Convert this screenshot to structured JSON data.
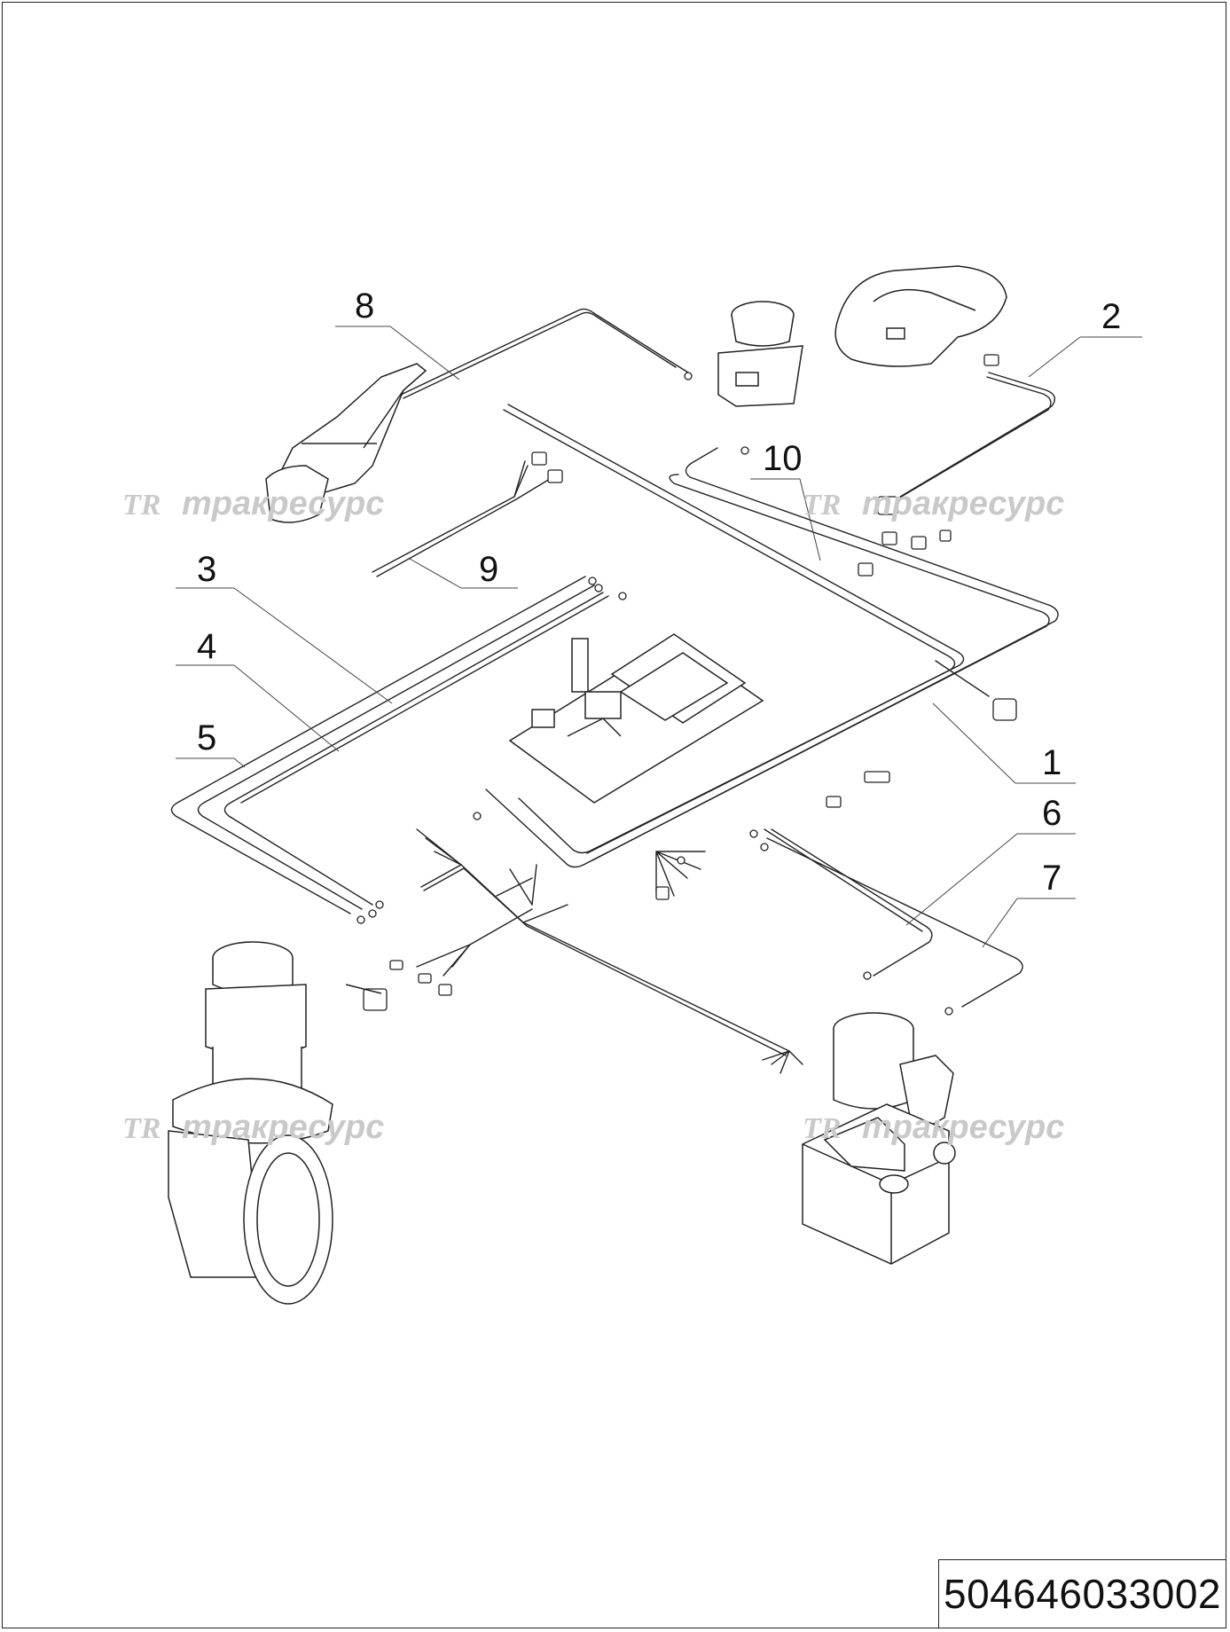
{
  "callouts": [
    {
      "id": "c1",
      "label": "1"
    },
    {
      "id": "c2",
      "label": "2"
    },
    {
      "id": "c3",
      "label": "3"
    },
    {
      "id": "c4",
      "label": "4"
    },
    {
      "id": "c5",
      "label": "5"
    },
    {
      "id": "c6",
      "label": "6"
    },
    {
      "id": "c7",
      "label": "7"
    },
    {
      "id": "c8",
      "label": "8"
    },
    {
      "id": "c9",
      "label": "9"
    },
    {
      "id": "c10",
      "label": "10"
    }
  ],
  "watermark": {
    "logo": "TR",
    "text": "тракресурс"
  },
  "part_number": "504646033002"
}
